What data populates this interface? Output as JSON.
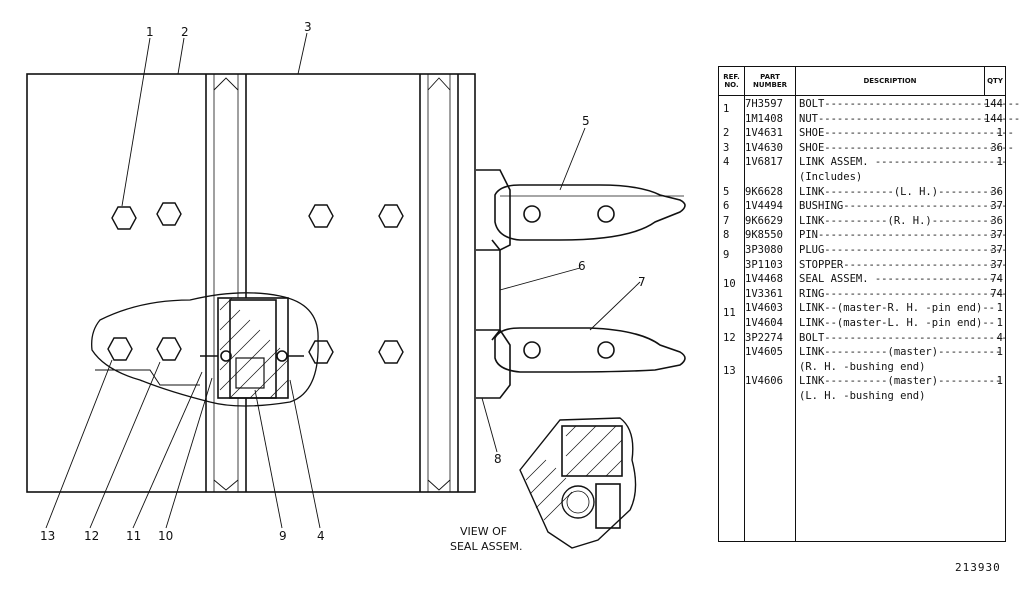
{
  "diagram": {
    "callouts": [
      "1",
      "2",
      "3",
      "4",
      "5",
      "6",
      "7",
      "8",
      "9",
      "10",
      "11",
      "12",
      "13"
    ],
    "view_caption_line1": "VIEW OF",
    "view_caption_line2": "SEAL ASSEM."
  },
  "table": {
    "headers": {
      "ref": "REF. NO.",
      "part": "PART NUMBER",
      "description": "DESCRIPTION",
      "qty": "QTY"
    },
    "rows": [
      {
        "ref": "",
        "part": "7H3597",
        "desc": "BOLT-------------------------------",
        "qty": "144"
      },
      {
        "ref": "",
        "part": "1M1408",
        "desc": "NUT--------------------------------",
        "qty": "144"
      },
      {
        "ref": "2",
        "part": "1V4631",
        "desc": "SHOE------------------------------",
        "qty": "1"
      },
      {
        "ref": "3",
        "part": "1V4630",
        "desc": "SHOE------------------------------",
        "qty": "36"
      },
      {
        "ref": "4",
        "part": "1V6817",
        "desc": "LINK ASSEM. ---------------------",
        "qty": "1"
      },
      {
        "ref": "",
        "part": "",
        "desc": "   (Includes)",
        "qty": ""
      },
      {
        "ref": "5",
        "part": "9K6628",
        "desc": "   LINK-----------(L. H.)----------",
        "qty": "36"
      },
      {
        "ref": "6",
        "part": "1V4494",
        "desc": "   BUSHING--------------------------",
        "qty": "37"
      },
      {
        "ref": "7",
        "part": "9K6629",
        "desc": "   LINK----------(R. H.)----------",
        "qty": "36"
      },
      {
        "ref": "8",
        "part": "9K8550",
        "desc": "   PIN------------------------------",
        "qty": "37"
      },
      {
        "ref": "",
        "part": "3P3080",
        "desc": "   PLUG-----------------------------",
        "qty": "37"
      },
      {
        "ref": "",
        "part": "3P1103",
        "desc": "   STOPPER--------------------------",
        "qty": "37"
      },
      {
        "ref": "",
        "part": "1V4468",
        "desc": "   SEAL ASSEM. --------------------",
        "qty": "74"
      },
      {
        "ref": "",
        "part": "1V3361",
        "desc": "   RING-----------------------------",
        "qty": "74"
      },
      {
        "ref": "",
        "part": "1V4603",
        "desc": "   LINK--(master-R. H. -pin end)--",
        "qty": "1"
      },
      {
        "ref": "",
        "part": "1V4604",
        "desc": "   LINK--(master-L. H. -pin end)--",
        "qty": "1"
      },
      {
        "ref": "12",
        "part": "3P2274",
        "desc": "   BOLT-----------------------------",
        "qty": "4"
      },
      {
        "ref": "",
        "part": "1V4605",
        "desc": "   LINK----------(master)----------",
        "qty": "1"
      },
      {
        "ref": "",
        "part": "",
        "desc": "      (R. H. -bushing end)",
        "qty": ""
      },
      {
        "ref": "",
        "part": "1V4606",
        "desc": "   LINK----------(master)----------",
        "qty": "1"
      },
      {
        "ref": "",
        "part": "",
        "desc": "      (L. H. -bushing end)",
        "qty": ""
      }
    ],
    "group_refs": {
      "g1": "1",
      "g9": "9",
      "g10": "10",
      "g11": "11",
      "g13": "13"
    }
  },
  "drawing_number": "213930"
}
